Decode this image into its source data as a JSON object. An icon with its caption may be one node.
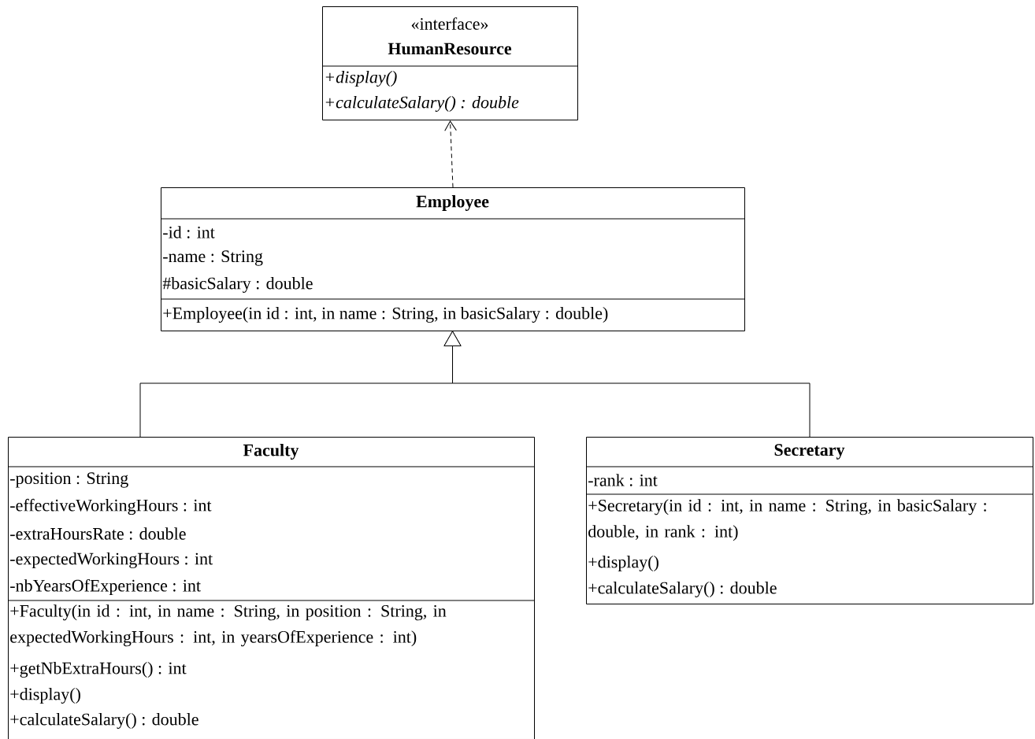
{
  "diagram": {
    "nodes": [
      {
        "text": [
          "«interface»",
          "HumanResource",
          "+display()",
          "+calculateSalary() : double"
        ]
      },
      {
        "text": [
          "Employee",
          "-id : int",
          "-name : String",
          "#basicSalary : double",
          "+Employee(in id : int, in name : String, in basicSalary : double)"
        ]
      },
      {
        "text": [
          "Faculty",
          "-position : String",
          "-effectiveWorkingHours : int",
          "-extraHoursRate : double",
          "-expectedWorkingHours : int",
          "-nbYearsOfExperience : int",
          "+Faculty(in id : int, in name : String, in position : String, in expectedWorkingHours : int, in yearsOfExperience : int)",
          "+getNbExtraHours() : int",
          "+display()",
          "+calculateSalary() : double"
        ]
      },
      {
        "text": [
          "Secretary",
          "-rank : int",
          "+Secretary(in id : int, in name : String, in basicSalary : double, in rank : int)",
          "+display()",
          "+calculateSalary() : double"
        ]
      }
    ],
    "edges": [
      {
        "from": 1,
        "to": 0,
        "arrow": "to",
        "style": "dashed"
      },
      {
        "from": 2,
        "to": 1,
        "arrow": "to"
      },
      {
        "from": 3,
        "to": 1,
        "arrow": "to"
      }
    ]
  }
}
